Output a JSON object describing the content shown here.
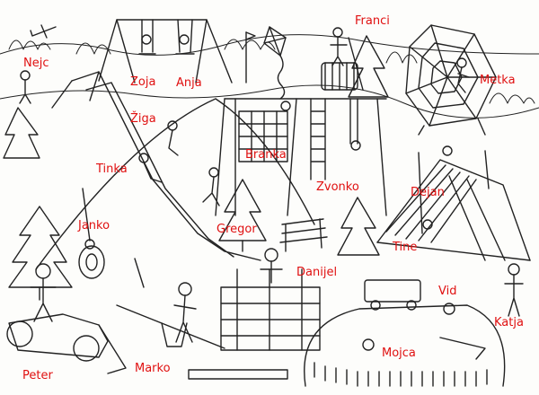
{
  "label_color": "#e01010",
  "line_color": "#222222",
  "labels": {
    "franci": "Franci",
    "nejc": "Nejc",
    "zoja": "Zoja",
    "anja": "Anja",
    "metka": "Metka",
    "ziga": "Žiga",
    "branka": "Branka",
    "tinka": "Tinka",
    "zvonko": "Zvonko",
    "dejan": "Dejan",
    "janko": "Janko",
    "gregor": "Gregor",
    "tine": "Tine",
    "danijel": "Danijel",
    "vid": "Vid",
    "katja": "Katja",
    "mojca": "Mojca",
    "peter": "Peter",
    "marko": "Marko"
  }
}
